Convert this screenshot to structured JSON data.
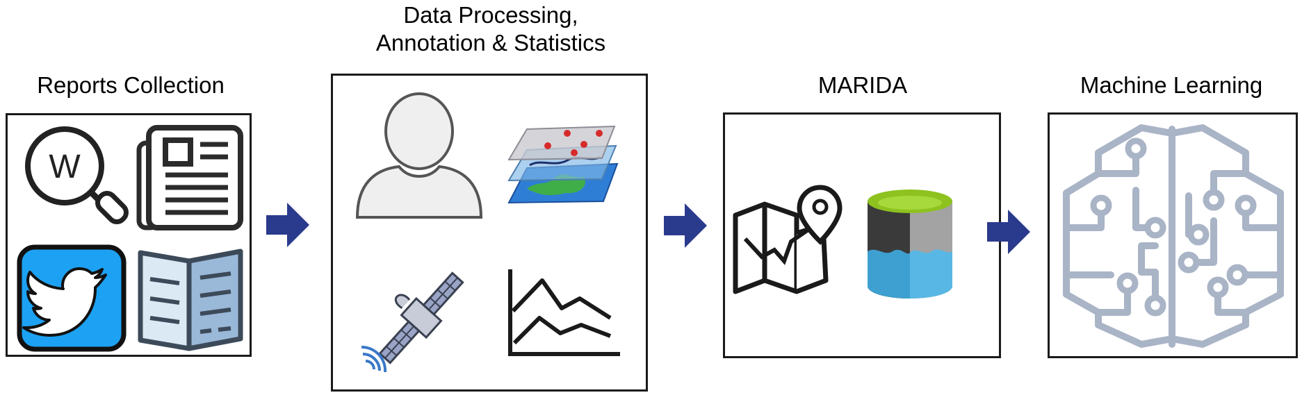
{
  "stages": [
    {
      "title": "Reports Collection"
    },
    {
      "title_line1": "Data Processing,",
      "title_line2": "Annotation & Statistics"
    },
    {
      "title": "MARIDA"
    },
    {
      "title": "Machine Learning"
    }
  ],
  "icons": {
    "wiki_glyph": "W"
  },
  "colors": {
    "arrow": "#2a3a8c",
    "twitter": "#1da1f2",
    "brain": "#a9b4c6",
    "satellite": "#8795b8",
    "db_lime": "#8dc21f",
    "db_dark": "#3a3a3a",
    "db_blue": "#3ea0d0"
  }
}
